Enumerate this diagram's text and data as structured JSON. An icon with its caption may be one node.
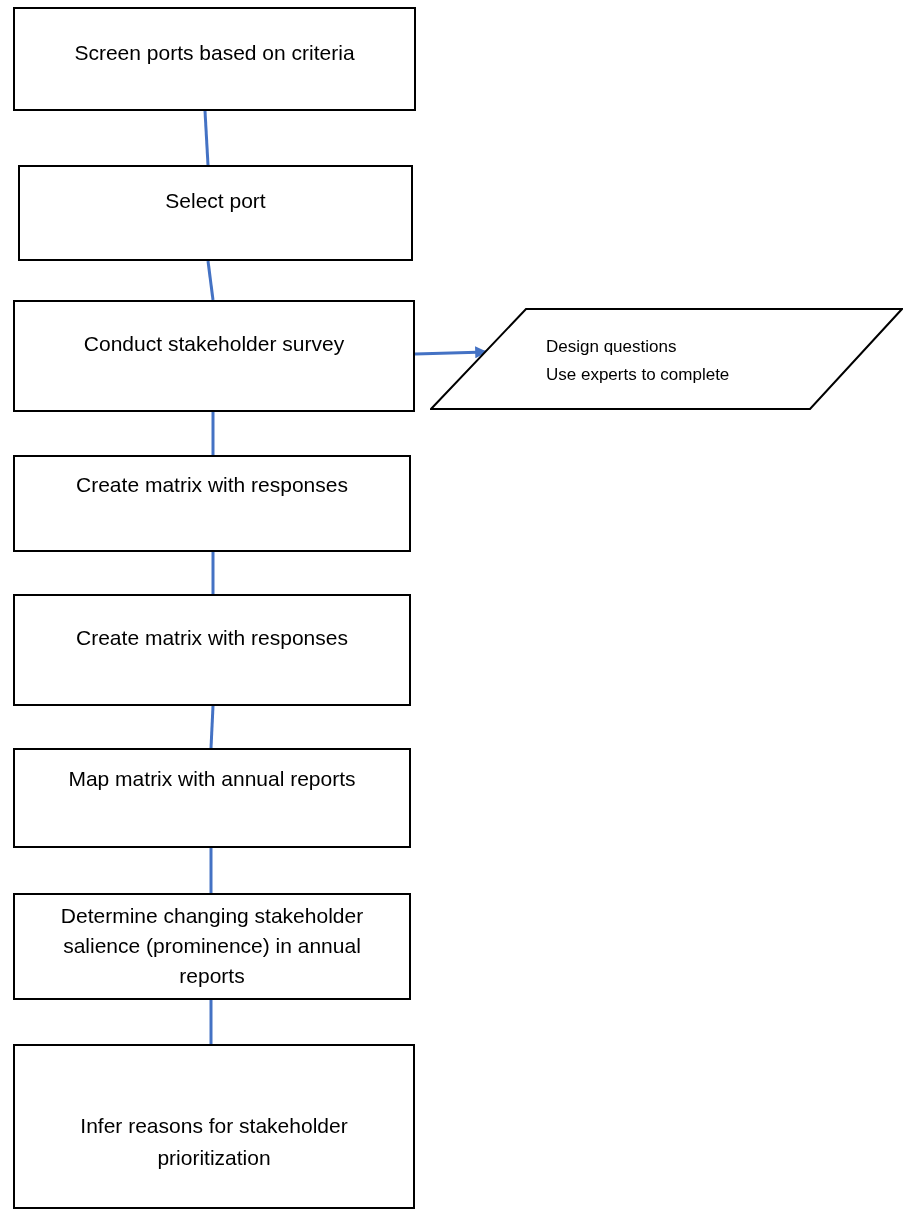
{
  "diagram": {
    "nodes": [
      {
        "text": [
          "Screen ports based on criteria"
        ]
      },
      {
        "text": [
          "Select port"
        ]
      },
      {
        "text": [
          "Conduct stakeholder survey"
        ]
      },
      {
        "text": [
          "Create matrix with responses"
        ]
      },
      {
        "text": [
          "Create matrix with responses"
        ]
      },
      {
        "text": [
          "Map matrix with annual reports"
        ]
      },
      {
        "text": [
          "Determine changing stakeholder salience (prominence) in annual reports"
        ]
      },
      {
        "text": [
          "Infer reasons for stakeholder prioritization"
        ]
      },
      {
        "text": [
          "Design questions",
          "Use experts to complete"
        ]
      }
    ],
    "edges": [
      {
        "from": 0,
        "to": 1,
        "arrow": "none"
      },
      {
        "from": 1,
        "to": 2,
        "arrow": "none"
      },
      {
        "from": 2,
        "to": 3,
        "arrow": "none"
      },
      {
        "from": 3,
        "to": 4,
        "arrow": "none"
      },
      {
        "from": 4,
        "to": 5,
        "arrow": "none"
      },
      {
        "from": 5,
        "to": 6,
        "arrow": "none"
      },
      {
        "from": 6,
        "to": 7,
        "arrow": "none"
      },
      {
        "from": 2,
        "to": 8,
        "arrow": "to"
      }
    ]
  }
}
